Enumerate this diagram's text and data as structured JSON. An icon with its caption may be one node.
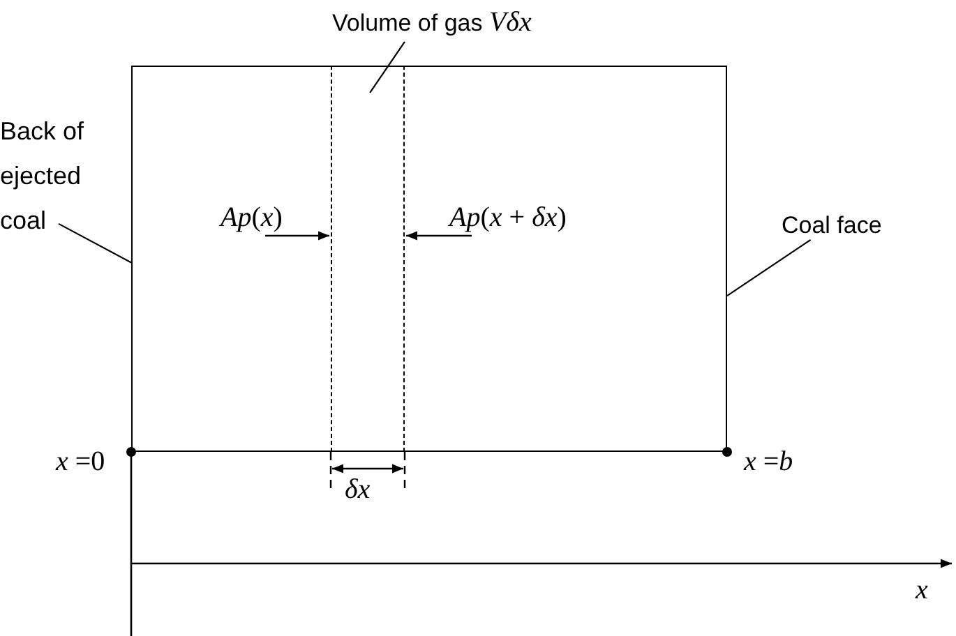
{
  "diagram": {
    "nodes": [
      {
        "text": [],
        "shape": "box"
      },
      {
        "text": [],
        "shape": "box",
        "in": 0
      },
      {
        "text": [
          "Volume of gas *Vδx*"
        ]
      },
      {
        "text": [
          "Back of ejected coal"
        ]
      },
      {
        "text": [
          "Coal face"
        ]
      }
    ],
    "edges": [
      {
        "from": 2,
        "to": 1,
        "arrow": "none"
      },
      {
        "from": 3,
        "to": 0,
        "arrow": "none"
      },
      {
        "from": 4,
        "to": 0,
        "arrow": "none"
      }
    ],
    "labels": [
      "*Ap*(*x*)",
      "*Ap*(*x* + *δx*)",
      "*x* =0",
      "*x* =*b*",
      "*δx*",
      "*x*"
    ]
  }
}
